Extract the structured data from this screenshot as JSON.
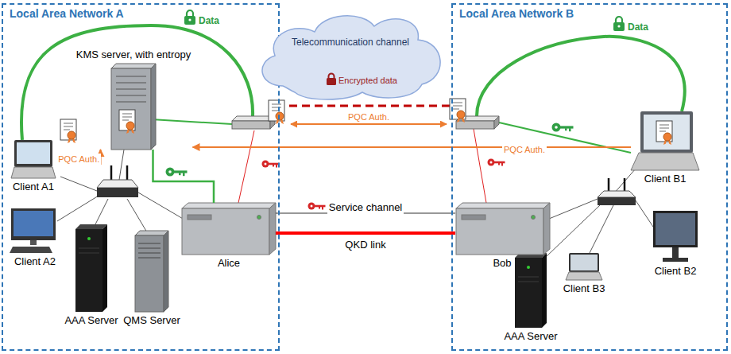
{
  "diagram": {
    "nodes": [
      {
        "text": [
          "Local Area Network A"
        ]
      },
      {
        "text": [
          "KMS server, with entropy"
        ],
        "in": 0
      },
      {
        "text": [
          "Client A1"
        ],
        "in": 0
      },
      {
        "text": [
          "Client A2"
        ],
        "in": 0
      },
      {
        "text": [
          "AAA Server"
        ],
        "in": 0
      },
      {
        "text": [
          "QMS Server"
        ],
        "in": 0
      },
      {
        "text": [
          "Alice"
        ],
        "in": 0
      },
      {
        "text": [
          "Telecommunication channel"
        ]
      },
      {
        "text": [
          "Local Area Network B"
        ]
      },
      {
        "text": [
          "Bob"
        ],
        "in": 8
      },
      {
        "text": [
          "Client B1"
        ],
        "in": 8
      },
      {
        "text": [
          "Client B2"
        ],
        "in": 8
      },
      {
        "text": [
          "Client B3"
        ],
        "in": 8
      },
      {
        "text": [
          "AAA Server"
        ],
        "in": 8
      }
    ],
    "edges": [
      {
        "from": 2,
        "to": 1,
        "label": "PQC Auth.",
        "arrow": "to"
      },
      {
        "from": 10,
        "to": 1,
        "label": "PQC Auth.",
        "arrow": "to"
      },
      {
        "from": 6,
        "to": 1,
        "arrow": "none"
      },
      {
        "from": 6,
        "to": 9,
        "label": "Service channel",
        "arrow": "none"
      },
      {
        "from": 6,
        "to": 9,
        "label": "QKD link",
        "arrow": "none"
      }
    ],
    "labels": [
      "Data",
      "Encrypted data",
      "PQC Auth.",
      "Data"
    ]
  }
}
